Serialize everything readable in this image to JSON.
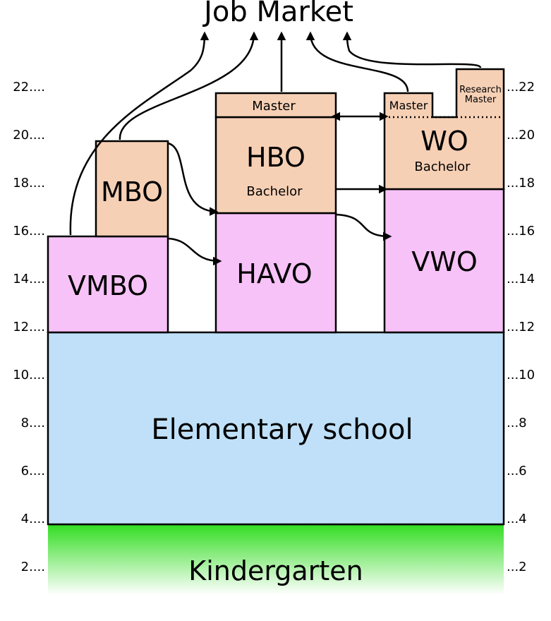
{
  "title": "Job Market",
  "ages": [
    "2",
    "4",
    "6",
    "8",
    "10",
    "12",
    "14",
    "16",
    "18",
    "20",
    "22"
  ],
  "blocks": {
    "kindergarten": "Kindergarten",
    "elementary": "Elementary school",
    "vmbo": "VMBO",
    "mbo": "MBO",
    "havo": "HAVO",
    "hbo": "HBO",
    "hbo_bachelor": "Bachelor",
    "hbo_master": "Master",
    "vwo": "VWO",
    "wo": "WO",
    "wo_bachelor": "Bachelor",
    "wo_master": "Master",
    "research_master_line1": "Research",
    "research_master_line2": "Master"
  },
  "colors": {
    "elementary": "#bfe0f8",
    "secondary": "#f7c2f7",
    "higher": "#f6d0b5",
    "kindergarten": "#33dd22"
  }
}
